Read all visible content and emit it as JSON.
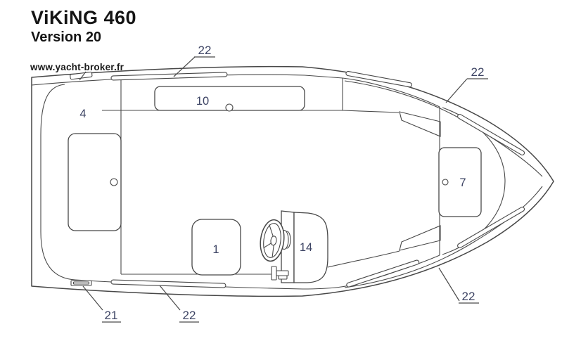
{
  "header": {
    "title": "ViKiNG 460",
    "version": "Version 20",
    "website": "www.yacht-broker.fr"
  },
  "parts": {
    "aft_sundeck": "4",
    "port_side_bench": "10",
    "bow_storage": "7",
    "cockpit_seat": "1",
    "steering_console": "14"
  },
  "callouts": {
    "top_center": "22",
    "top_right": "22",
    "bottom_left": "21",
    "bottom_center": "22",
    "bottom_right": "22"
  },
  "drawing": {
    "line_color": "#474747",
    "label_color": "#3d4464"
  }
}
